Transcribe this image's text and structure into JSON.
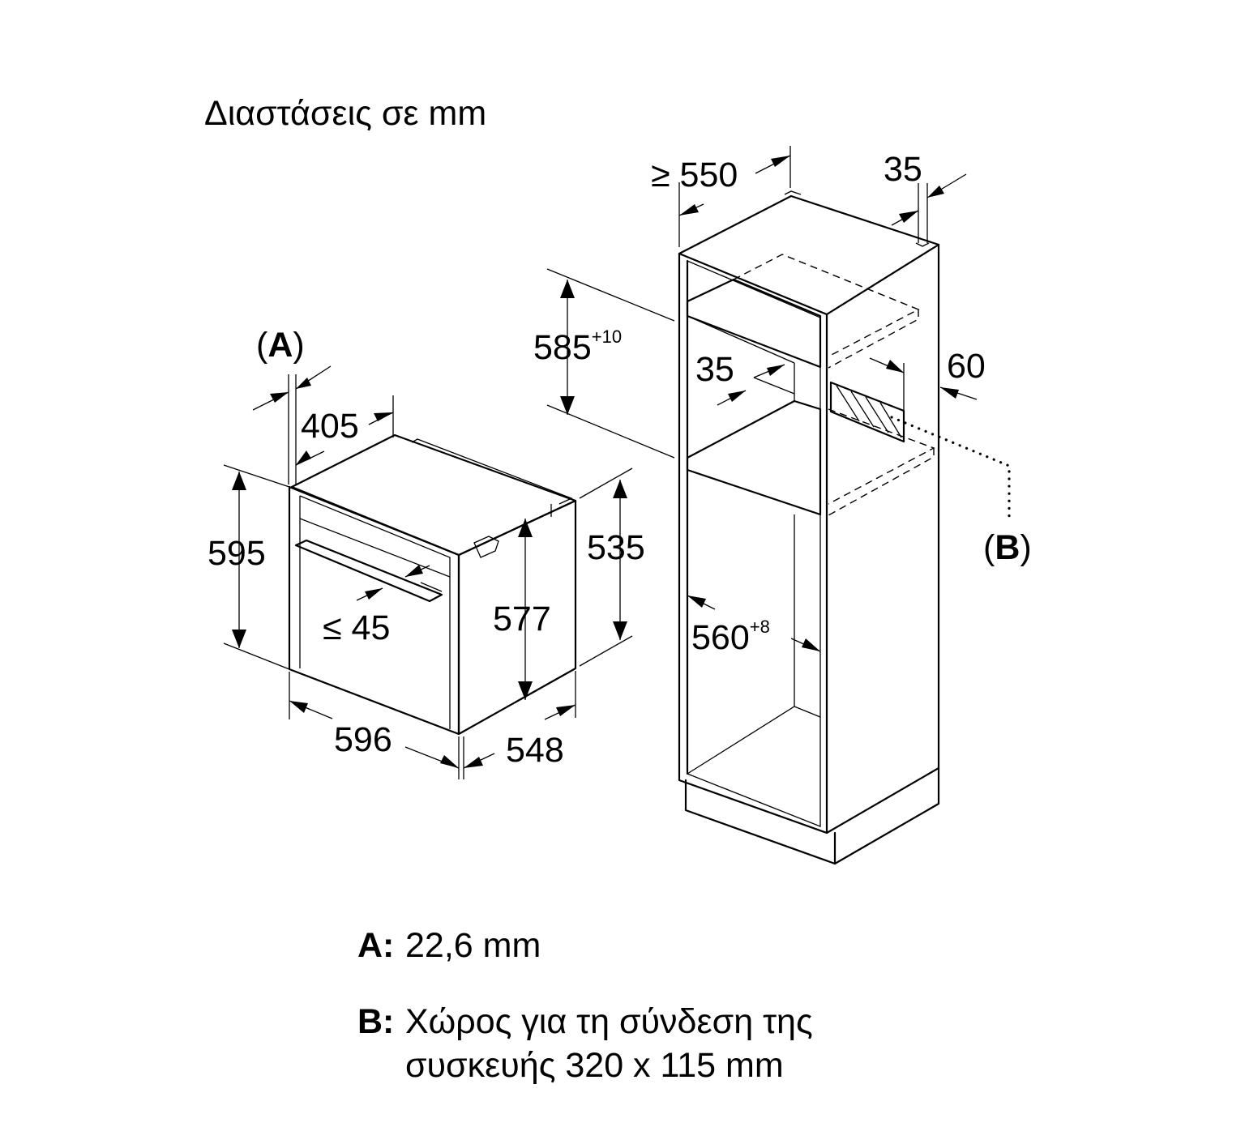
{
  "heading": "Διαστάσεις σε mm",
  "labels": {
    "A_marker": "(A)",
    "B_marker": "(B)",
    "oven_depth_without_front": "405",
    "oven_height": "595",
    "oven_inner_height": "577",
    "oven_side_height": "535",
    "oven_width": "596",
    "oven_depth": "548",
    "handle_depth": "≤ 45",
    "niche_depth": "≥ 550",
    "cabinet_wall": "35",
    "niche_height": "585",
    "niche_height_tolerance": "+10",
    "inner_offset": "35",
    "rear_gap": "60",
    "niche_width": "560",
    "niche_width_tolerance": "+8"
  },
  "legend": [
    {
      "key": "A:",
      "text": "22,6 mm"
    },
    {
      "key": "B:",
      "text": "Χώρος για τη σύνδεση της\nσυσκευής 320 x 115 mm"
    }
  ]
}
